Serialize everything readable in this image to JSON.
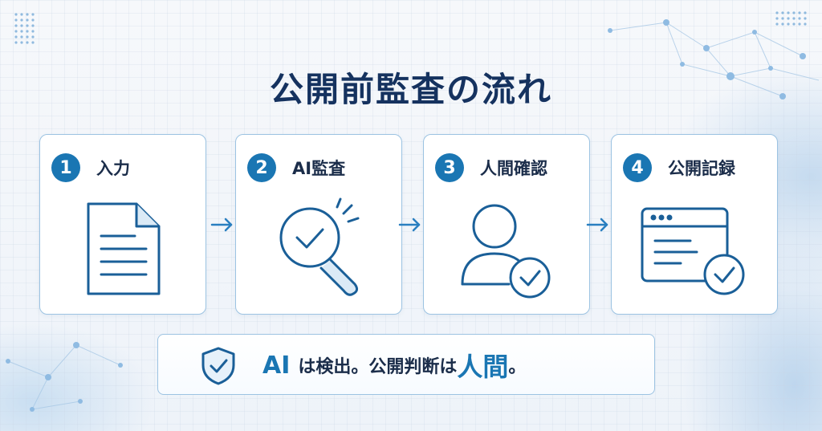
{
  "title": "公開前監査の流れ",
  "steps": [
    {
      "number": "1",
      "label": "入力",
      "icon": "document-icon"
    },
    {
      "number": "2",
      "label": "AI監査",
      "icon": "magnifier-check-icon"
    },
    {
      "number": "3",
      "label": "人間確認",
      "icon": "person-check-icon"
    },
    {
      "number": "4",
      "label": "公開記録",
      "icon": "browser-check-icon"
    }
  ],
  "banner": {
    "icon": "shield-check-icon",
    "part1_highlight": "AI",
    "part2": "は検出。公開判断は",
    "part3_highlight": "人間",
    "part4": "。"
  },
  "colors": {
    "accent": "#1a76b3",
    "title": "#15325f",
    "border": "#9cc3e2"
  }
}
